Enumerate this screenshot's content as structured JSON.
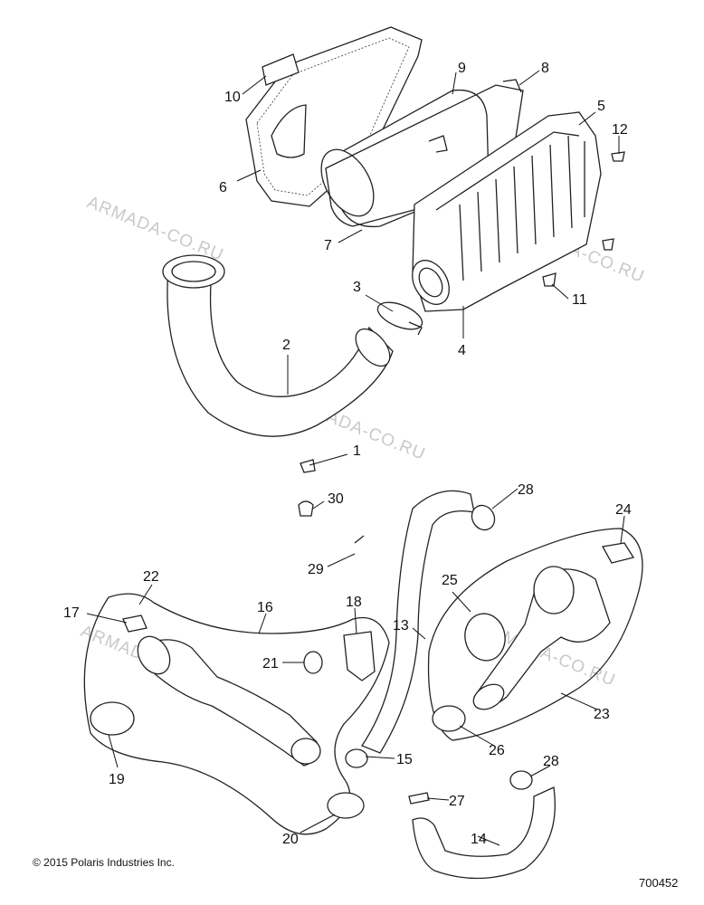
{
  "watermark": "ARMADA-CO.RU",
  "copyright": "© 2015 Polaris Industries Inc.",
  "drawing_number": "700452",
  "part_labels": [
    "1",
    "2",
    "3",
    "4",
    "5",
    "6",
    "7",
    "8",
    "9",
    "10",
    "11",
    "12",
    "13",
    "14",
    "15",
    "16",
    "17",
    "18",
    "19",
    "20",
    "21",
    "22",
    "23",
    "24",
    "25",
    "26",
    "27",
    "28",
    "28",
    "29",
    "30"
  ]
}
